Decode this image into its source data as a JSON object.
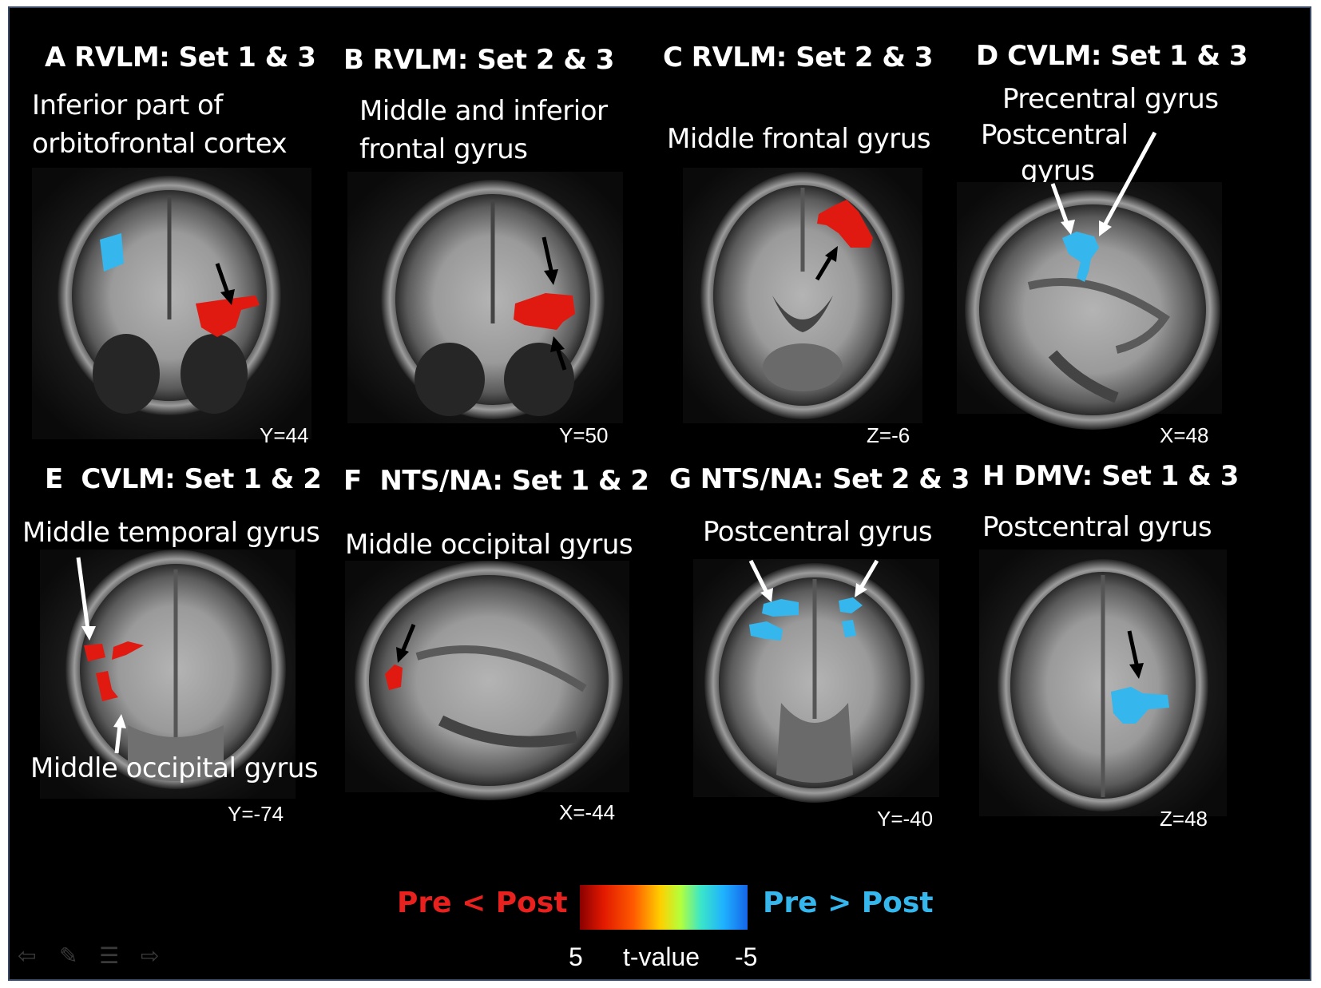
{
  "panels": [
    {
      "letter": "A",
      "title": "RVLM: Set 1 & 3",
      "region_lines": [
        "Inferior part of",
        "orbitofrontal cortex"
      ],
      "coordinate": "Y=44"
    },
    {
      "letter": "B",
      "title": "RVLM: Set 2 & 3",
      "region_lines": [
        "Middle and inferior",
        "frontal gyrus"
      ],
      "coordinate": "Y=50"
    },
    {
      "letter": "C",
      "title": "RVLM: Set 2 & 3",
      "region_lines": [
        "Middle frontal gyrus"
      ],
      "coordinate": "Z=-6"
    },
    {
      "letter": "D",
      "title": "CVLM: Set 1 & 3",
      "region_lines": [
        "Precentral gyrus",
        "Postcentral",
        "gyrus"
      ],
      "coordinate": "X=48"
    },
    {
      "letter": "E",
      "title": "CVLM: Set 1 & 2",
      "region_lines": [
        "Middle temporal gyrus",
        "Middle occipital gyrus"
      ],
      "coordinate": "Y=-74"
    },
    {
      "letter": "F",
      "title": "NTS/NA: Set 1 & 2",
      "region_lines": [
        "Middle occipital gyrus"
      ],
      "coordinate": "X=-44"
    },
    {
      "letter": "G",
      "title": "NTS/NA: Set 2 & 3",
      "region_lines": [
        "Postcentral gyrus"
      ],
      "coordinate": "Y=-40"
    },
    {
      "letter": "H",
      "title": "DMV: Set 1 & 3",
      "region_lines": [
        "Postcentral gyrus"
      ],
      "coordinate": "Z=48"
    }
  ],
  "legend": {
    "left_label": "Pre < Post",
    "right_label": "Pre > Post",
    "scale_min": "5",
    "scale_title": "t-value",
    "scale_max": "-5",
    "colors": {
      "pre_lt_post": "#e8201e",
      "pre_gt_post": "#35b6ec"
    }
  },
  "nav_icons": [
    "back-arrow-icon",
    "pen-icon",
    "menu-icon",
    "forward-arrow-icon"
  ]
}
